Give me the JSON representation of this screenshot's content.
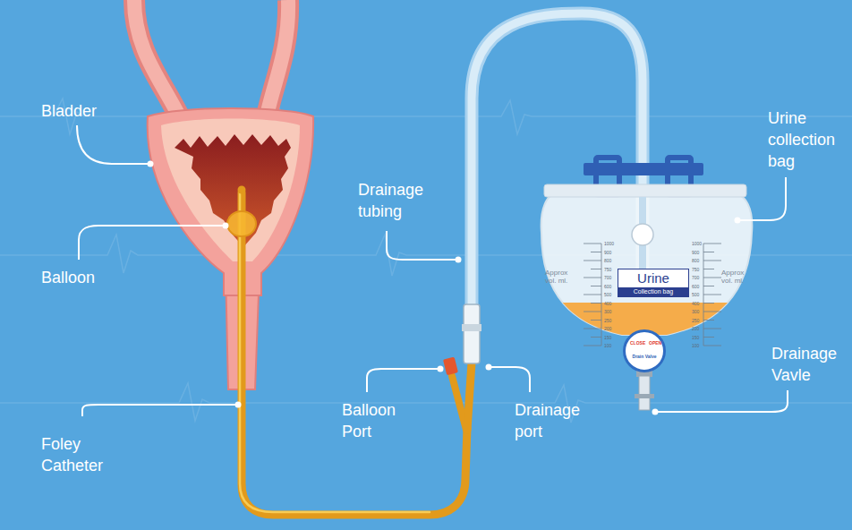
{
  "diagram": {
    "nodes": [
      {
        "text": [
          "Urine",
          "Collection bag"
        ]
      },
      {
        "text": [
          "CLOSE",
          "OPEN",
          "Drain Valve"
        ]
      }
    ],
    "labels": [
      "Bladder",
      "Balloon",
      "Foley Catheter",
      "Drainage tubing",
      "Balloon Port",
      "Drainage port",
      "Urine collection bag",
      "Drainage Vavle",
      "Approx vol. ml.",
      "Approx vol. ml.",
      "1000",
      "900",
      "800",
      "750",
      "700",
      "600",
      "500",
      "400",
      "300",
      "250",
      "200",
      "150",
      "100",
      "1000",
      "900",
      "800",
      "750",
      "700",
      "600",
      "500",
      "400",
      "300",
      "250",
      "200",
      "150",
      "100"
    ]
  }
}
